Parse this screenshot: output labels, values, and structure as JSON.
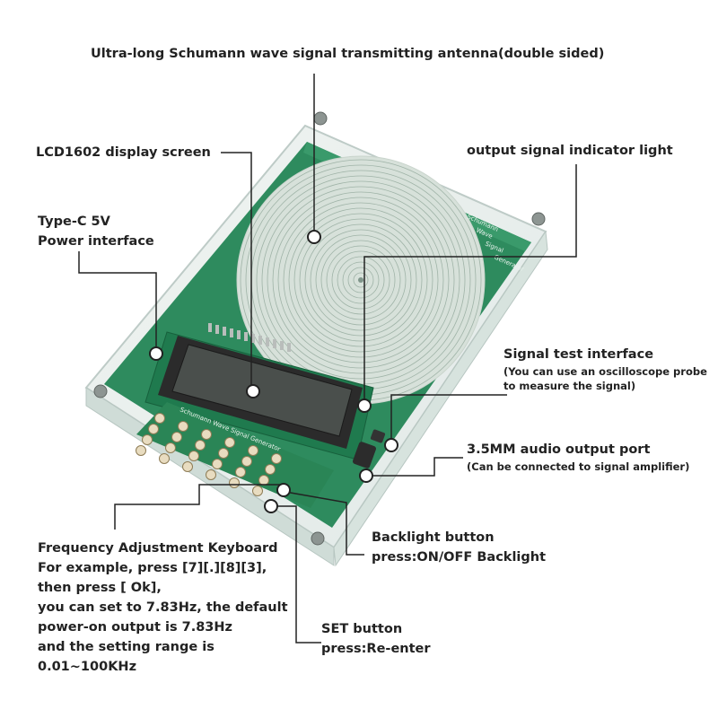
{
  "labels": {
    "antenna": "Ultra-long Schumann wave signal transmitting antenna(double sided)",
    "lcd": "LCD1602 display screen",
    "indicator": "output signal indicator light",
    "power": [
      "Type-C 5V",
      "Power interface"
    ],
    "signal_test": "Signal test interface",
    "signal_test_note": [
      "(You can use an oscilloscope probe",
      "to measure the signal)"
    ],
    "audio": "3.5MM audio output port",
    "audio_note": "(Can be connected to signal amplifier)",
    "keyboard": [
      "Frequency Adjustment Keyboard",
      "For example, press [7][.][8][3],",
      "then press [ Ok],",
      "you can set to 7.83Hz, the default",
      "power-on output is 7.83Hz",
      "and the setting range is",
      "0.01~100KHz"
    ],
    "backlight": [
      "Backlight button",
      "press:ON/OFF Backlight"
    ],
    "set": [
      "SET button",
      "press:Re-enter"
    ]
  },
  "board": {
    "silk_side": [
      "Schumann",
      "Wave",
      "Signal",
      "Generator"
    ],
    "silk_keypad": "Schumann Wave Signal Generator"
  },
  "colors": {
    "pcb": "#2e8b5e",
    "coil": "#d9e4dd",
    "lcd": "#2b2b2b",
    "leader": "#222222"
  }
}
